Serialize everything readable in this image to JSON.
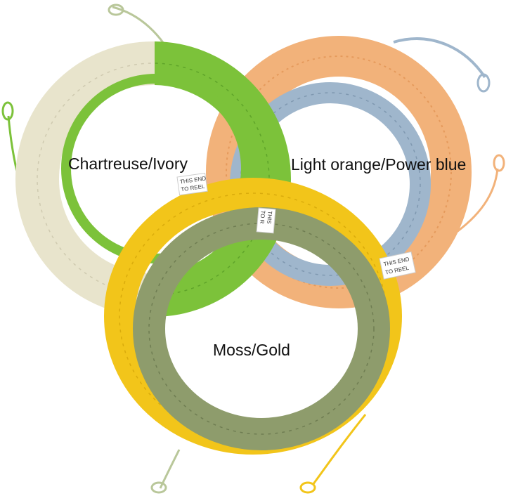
{
  "labels": {
    "coil_1": "Chartreuse/Ivory",
    "coil_2": "Light orange/Power blue",
    "coil_3": "Moss/Gold"
  },
  "reel_tags": {
    "tag_1_line1": "THIS END",
    "tag_1_line2": "TO REEL",
    "tag_2_line1": "THIS END",
    "tag_2_line2": "TO REEL",
    "tag_3_line1": "THIS",
    "tag_3_line2": "TO R"
  },
  "colors": {
    "chartreuse": "#7cc23a",
    "ivory": "#e8e4cc",
    "light_orange": "#f2b27a",
    "power_blue": "#9fb6cc",
    "moss": "#8e9c6c",
    "gold": "#f2c51a",
    "background": "#ffffff"
  }
}
